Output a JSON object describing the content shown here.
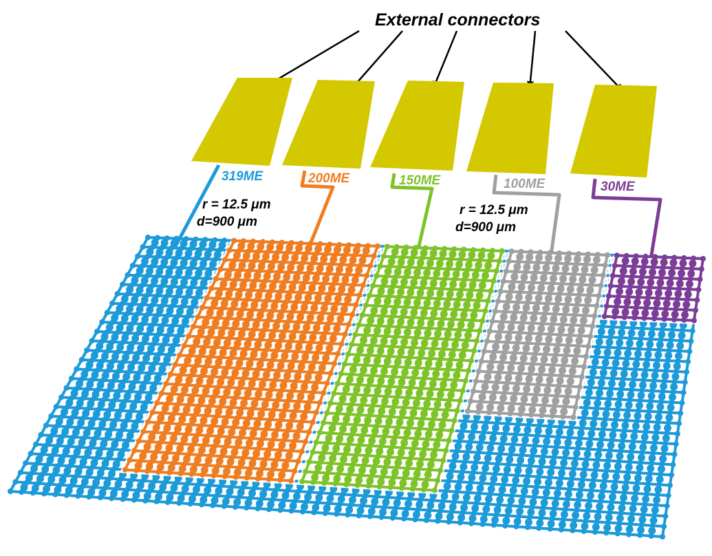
{
  "title": "External connectors",
  "colors": {
    "pad": "#d4c800",
    "arrow": "#000000",
    "blue": "#1d9ad8",
    "orange": "#ef7d22",
    "green": "#7fc32a",
    "gray": "#a0a0a0",
    "purple": "#7b3d97"
  },
  "labels": [
    {
      "text": "319ME",
      "color_key": "blue"
    },
    {
      "text": "200ME",
      "color_key": "orange"
    },
    {
      "text": "150ME",
      "color_key": "green"
    },
    {
      "text": "100ME",
      "color_key": "gray"
    },
    {
      "text": "30ME",
      "color_key": "purple"
    }
  ],
  "params": [
    {
      "r": "r = 12.5 μm",
      "d": "d=900 μm"
    },
    {
      "r": "r = 12.5 μm",
      "d": "d=900 μm"
    }
  ]
}
